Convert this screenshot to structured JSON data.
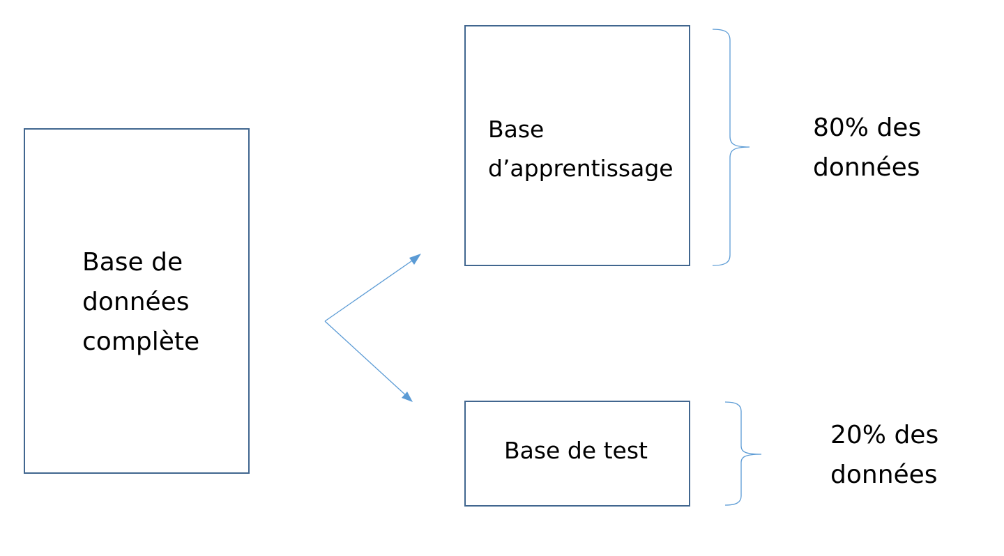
{
  "boxes": {
    "full": {
      "lines": [
        "Base de",
        "données",
        "complète"
      ]
    },
    "train": {
      "lines": [
        "Base",
        "d’apprentissage"
      ]
    },
    "test": {
      "text": "Base de test"
    }
  },
  "annotations": {
    "train": {
      "lines": [
        "80% des",
        "données"
      ]
    },
    "test": {
      "lines": [
        "20% des",
        "données"
      ]
    }
  },
  "colors": {
    "box_border": "#41668f",
    "arrow": "#5b9bd5",
    "brace": "#5b9bd5",
    "text": "#000000"
  }
}
